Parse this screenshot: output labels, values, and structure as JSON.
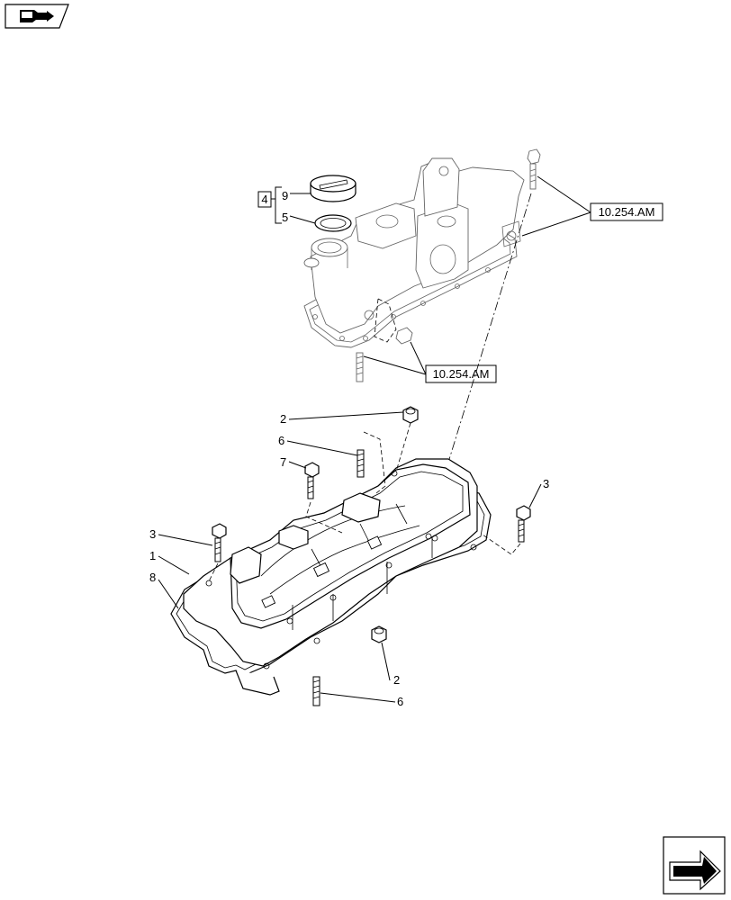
{
  "icons": {
    "top_left": "book-arrow-icon",
    "bottom_right": "next-page-arrow-icon"
  },
  "callouts": {
    "c9": "9",
    "c5": "5",
    "c4": "4",
    "c2a": "2",
    "c6a": "6",
    "c7": "7",
    "c3a": "3",
    "c3b": "3",
    "c1": "1",
    "c8": "8",
    "c2b": "2",
    "c6b": "6"
  },
  "references": {
    "ref_right": "10.254.AM",
    "ref_center": "10.254.AM"
  }
}
